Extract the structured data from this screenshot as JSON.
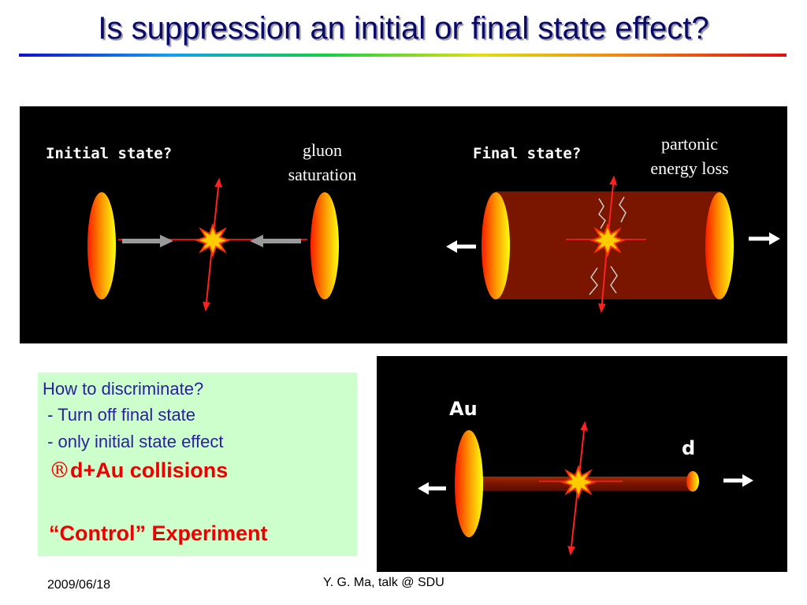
{
  "slide": {
    "title": "Is suppression an initial or final state effect?"
  },
  "top_diagram": {
    "initial_label": "Initial state?",
    "gluon_line1": "gluon",
    "gluon_line2": "saturation",
    "final_label": "Final state?",
    "partonic_line1": "partonic",
    "partonic_line2": "energy loss"
  },
  "bottom_diagram": {
    "au_label": "Au",
    "d_label": "d"
  },
  "textbox": {
    "line1": "How to discriminate?",
    "line2": " - Turn off final state",
    "line3": " - only initial state effect",
    "arrow_symbol": "®",
    "line4": "d+Au collisions",
    "line5": "“Control” Experiment"
  },
  "footer": {
    "date": "2009/06/18",
    "credit": "Y. G. Ma, talk @ SDU"
  },
  "colors": {
    "title": "#0a0a6a",
    "textbox_bg": "#ccffcc",
    "textbox_text": "#2a20a0",
    "emphasis": "#ee0000",
    "medium": "#7a1500"
  }
}
